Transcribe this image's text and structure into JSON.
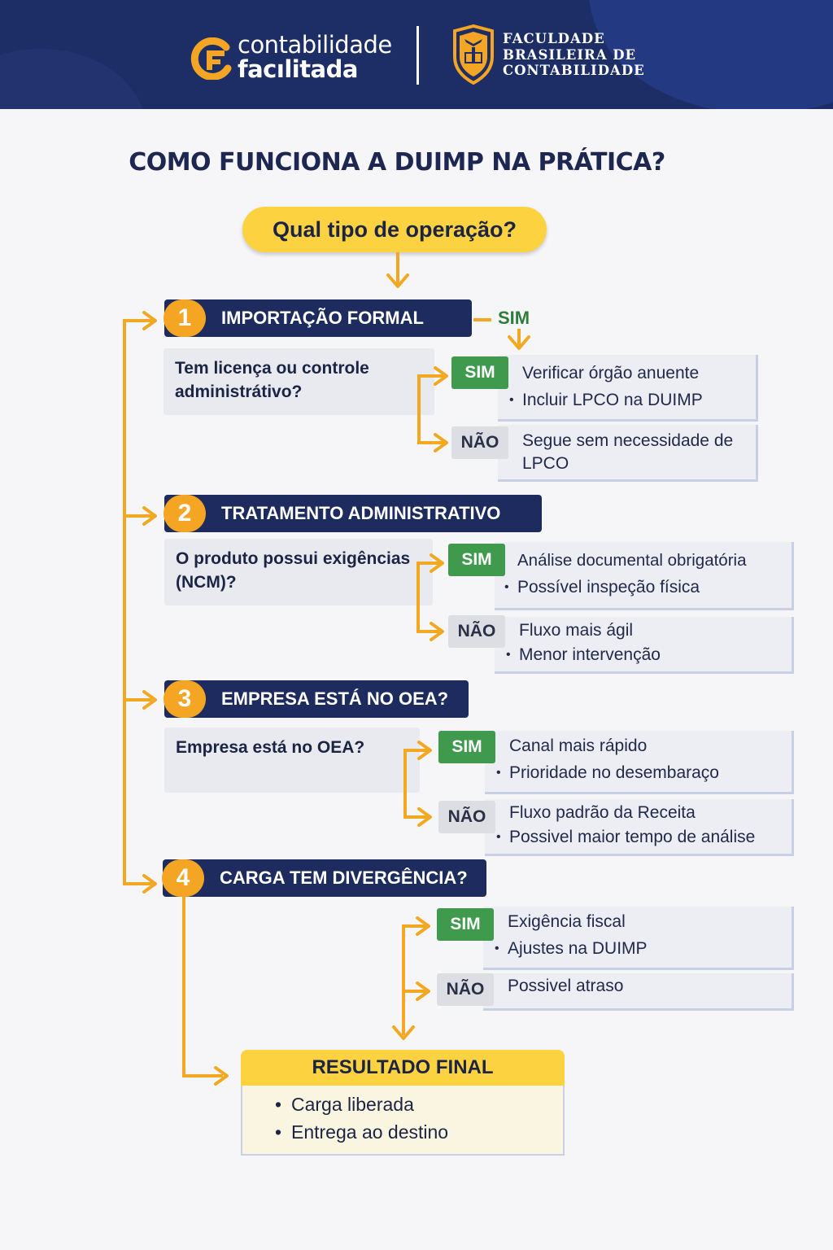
{
  "header": {
    "brand_line1": "contabilidade",
    "brand_line2": "facılitada",
    "fbc_line1": "FACULDADE",
    "fbc_line2": "BRASILEIRA DE",
    "fbc_line3": "CONTABILIDADE"
  },
  "title": "COMO FUNCIONA A DUIMP NA PRÁTICA?",
  "start_question": "Qual tipo de operação?",
  "start_sim": "SIM",
  "steps": [
    {
      "number": "1",
      "heading": "IMPORTAÇÃO FORMAL",
      "question": "Tem licença ou controle administrátivo?",
      "sim_label": "SIM",
      "sim_lines": [
        "Verificar órgão anuente",
        "Incluir LPCO na DUIMP"
      ],
      "nao_label": "NÃO",
      "nao_lines": [
        "Segue sem necessidade de LPCO"
      ]
    },
    {
      "number": "2",
      "heading": "TRATAMENTO ADMINISTRATIVO",
      "question": "O produto possui exigências (NCM)?",
      "sim_label": "SIM",
      "sim_lines": [
        "Análise documental obrigatória",
        "Possível inspeção física"
      ],
      "nao_label": "NÃO",
      "nao_lines": [
        "Fluxo mais ágil",
        "Menor intervenção"
      ]
    },
    {
      "number": "3",
      "heading": "EMPRESA ESTÁ NO OEA?",
      "question": "Empresa está no OEA?",
      "sim_label": "SIM",
      "sim_lines": [
        "Canal mais rápido",
        "Prioridade no desembaraço"
      ],
      "nao_label": "NÃO",
      "nao_lines": [
        "Fluxo padrão da Receita",
        "Possivel maior tempo de análise"
      ]
    },
    {
      "number": "4",
      "heading": "CARGA TEM DIVERGÊNCIA?",
      "sim_label": "SIM",
      "sim_lines": [
        "Exigência fiscal",
        "Ajustes na DUIMP"
      ],
      "nao_label": "NÃO",
      "nao_lines": [
        "Possivel atraso"
      ]
    }
  ],
  "result": {
    "heading": "RESULTADO FINAL",
    "items": [
      "Carga liberada",
      "Entrega ao destino"
    ]
  },
  "colors": {
    "navy": "#1d2b5e",
    "orange": "#f4a523",
    "yellow": "#fcd241",
    "green": "#3f9a4d"
  }
}
